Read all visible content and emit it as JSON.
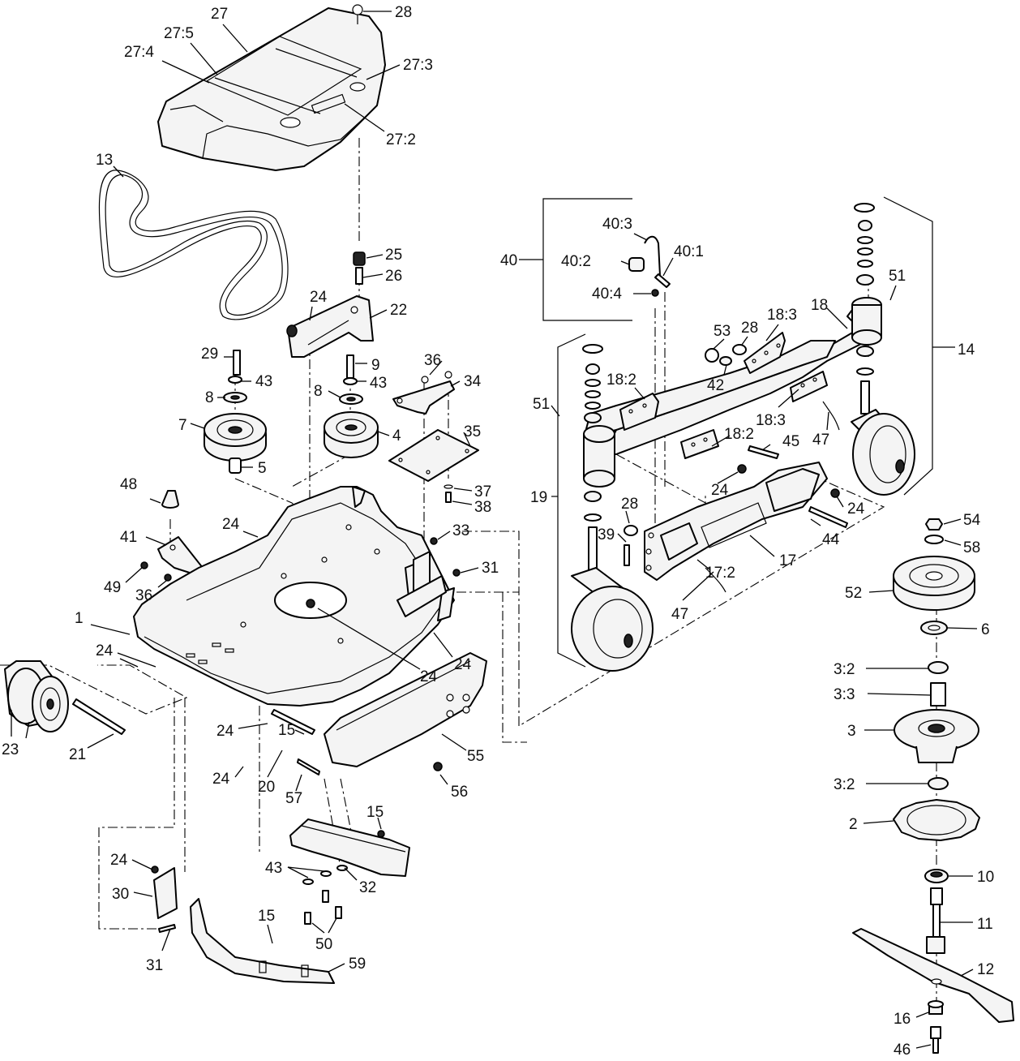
{
  "diagram": {
    "callouts": [
      {
        "id": "c28a",
        "text": "28"
      },
      {
        "id": "c27",
        "text": "27"
      },
      {
        "id": "c27_5",
        "text": "27:5"
      },
      {
        "id": "c27_4",
        "text": "27:4"
      },
      {
        "id": "c27_3",
        "text": "27:3"
      },
      {
        "id": "c27_2",
        "text": "27:2"
      },
      {
        "id": "c13",
        "text": "13"
      },
      {
        "id": "c25",
        "text": "25"
      },
      {
        "id": "c26",
        "text": "26"
      },
      {
        "id": "c24a",
        "text": "24"
      },
      {
        "id": "c22",
        "text": "22"
      },
      {
        "id": "c29",
        "text": "29"
      },
      {
        "id": "c9",
        "text": "9"
      },
      {
        "id": "c43a",
        "text": "43"
      },
      {
        "id": "c43b",
        "text": "43"
      },
      {
        "id": "c8a",
        "text": "8"
      },
      {
        "id": "c8b",
        "text": "8"
      },
      {
        "id": "c7",
        "text": "7"
      },
      {
        "id": "c4",
        "text": "4"
      },
      {
        "id": "c5",
        "text": "5"
      },
      {
        "id": "c36a",
        "text": "36"
      },
      {
        "id": "c34",
        "text": "34"
      },
      {
        "id": "c35",
        "text": "35"
      },
      {
        "id": "c37",
        "text": "37"
      },
      {
        "id": "c38",
        "text": "38"
      },
      {
        "id": "c48",
        "text": "48"
      },
      {
        "id": "c41",
        "text": "41"
      },
      {
        "id": "c24b",
        "text": "24"
      },
      {
        "id": "c33",
        "text": "33"
      },
      {
        "id": "c31a",
        "text": "31"
      },
      {
        "id": "c49",
        "text": "49"
      },
      {
        "id": "c36b",
        "text": "36"
      },
      {
        "id": "c1",
        "text": "1"
      },
      {
        "id": "c24c",
        "text": "24"
      },
      {
        "id": "c24d",
        "text": "24"
      },
      {
        "id": "c24e",
        "text": "24"
      },
      {
        "id": "c23",
        "text": "23"
      },
      {
        "id": "c21",
        "text": "21"
      },
      {
        "id": "c24f",
        "text": "24"
      },
      {
        "id": "c15a",
        "text": "15"
      },
      {
        "id": "c24g",
        "text": "24"
      },
      {
        "id": "c20",
        "text": "20"
      },
      {
        "id": "c57",
        "text": "57"
      },
      {
        "id": "c55",
        "text": "55"
      },
      {
        "id": "c56",
        "text": "56"
      },
      {
        "id": "c15b",
        "text": "15"
      },
      {
        "id": "c24h",
        "text": "24"
      },
      {
        "id": "c30",
        "text": "30"
      },
      {
        "id": "c43c",
        "text": "43"
      },
      {
        "id": "c32",
        "text": "32"
      },
      {
        "id": "c31b",
        "text": "31"
      },
      {
        "id": "c15c",
        "text": "15"
      },
      {
        "id": "c50",
        "text": "50"
      },
      {
        "id": "c59",
        "text": "59"
      },
      {
        "id": "c40",
        "text": "40"
      },
      {
        "id": "c40_3",
        "text": "40:3"
      },
      {
        "id": "c40_2",
        "text": "40:2"
      },
      {
        "id": "c40_1",
        "text": "40:1"
      },
      {
        "id": "c40_4",
        "text": "40:4"
      },
      {
        "id": "c51a",
        "text": "51"
      },
      {
        "id": "c18",
        "text": "18"
      },
      {
        "id": "c53",
        "text": "53"
      },
      {
        "id": "c28b",
        "text": "28"
      },
      {
        "id": "c18_3a",
        "text": "18:3"
      },
      {
        "id": "c14",
        "text": "14"
      },
      {
        "id": "c42",
        "text": "42"
      },
      {
        "id": "c18_2a",
        "text": "18:2"
      },
      {
        "id": "c51b",
        "text": "51"
      },
      {
        "id": "c18_3b",
        "text": "18:3"
      },
      {
        "id": "c47a",
        "text": "47"
      },
      {
        "id": "c18_2b",
        "text": "18:2"
      },
      {
        "id": "c45",
        "text": "45"
      },
      {
        "id": "c19",
        "text": "19"
      },
      {
        "id": "c24i",
        "text": "24"
      },
      {
        "id": "c24j",
        "text": "24"
      },
      {
        "id": "c28c",
        "text": "28"
      },
      {
        "id": "c39",
        "text": "39"
      },
      {
        "id": "c44",
        "text": "44"
      },
      {
        "id": "c17",
        "text": "17"
      },
      {
        "id": "c17_2",
        "text": "17:2"
      },
      {
        "id": "c47b",
        "text": "47"
      },
      {
        "id": "c54",
        "text": "54"
      },
      {
        "id": "c58",
        "text": "58"
      },
      {
        "id": "c52",
        "text": "52"
      },
      {
        "id": "c6",
        "text": "6"
      },
      {
        "id": "c3_2a",
        "text": "3:2"
      },
      {
        "id": "c3_3",
        "text": "3:3"
      },
      {
        "id": "c3",
        "text": "3"
      },
      {
        "id": "c3_2b",
        "text": "3:2"
      },
      {
        "id": "c2",
        "text": "2"
      },
      {
        "id": "c10",
        "text": "10"
      },
      {
        "id": "c11",
        "text": "11"
      },
      {
        "id": "c12",
        "text": "12"
      },
      {
        "id": "c16",
        "text": "16"
      },
      {
        "id": "c46",
        "text": "46"
      }
    ]
  }
}
